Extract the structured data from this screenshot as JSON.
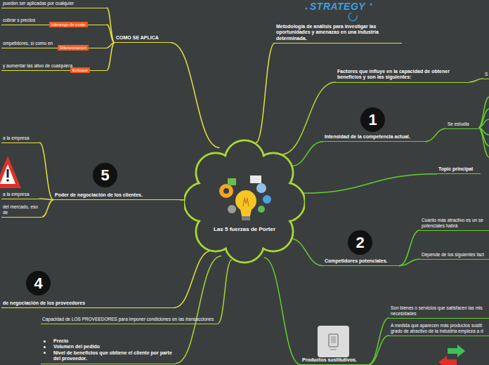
{
  "diagram": {
    "nodes": [
      {
        "text": [
          "Las 5 fuerzas de Porter"
        ]
      },
      {
        "text": [
          "COMO SE APLICA"
        ]
      },
      {
        "text": [
          "pueden ser aplicadas por cualquier"
        ]
      },
      {
        "text": [
          "cobrar s precios"
        ]
      },
      {
        "text": [
          "ompetidores, sí como en"
        ]
      },
      {
        "text": [
          "y aumentar las ativo de cualquiera"
        ]
      },
      {
        "text": [
          "Metodología de análisis para investigar las oportunidades y amenazas en una industria determinada."
        ]
      },
      {
        "text": [
          "Factores que influye en la capacidad de obtener beneficios y son las siguientes:"
        ]
      },
      {
        "text": [
          "S"
        ]
      },
      {
        "text": [
          "Intensidad de la competencia actual."
        ]
      },
      {
        "text": [
          "Se estudia"
        ]
      },
      {
        "text": [
          "Topic principal"
        ]
      },
      {
        "text": [
          "Competidores potenciales."
        ]
      },
      {
        "text": [
          "Cuanto más atractivo es un se potenciales habrá"
        ]
      },
      {
        "text": [
          "Depende de los siguientes fact"
        ]
      },
      {
        "text": [
          "Poder de negociación de los clientes."
        ]
      },
      {
        "text": [
          "a la empresa"
        ]
      },
      {
        "text": [
          "a la empresa"
        ]
      },
      {
        "text": [
          "del mercado, eso de"
        ]
      },
      {
        "text": [
          "de negociación de los proveedores"
        ]
      },
      {
        "text": [
          "Capacidad de LOS PROVEEDORES para imponer condiciones en las transacciones"
        ]
      },
      {
        "text": [
          "Precio",
          "Volumen del pedido",
          "Nivel de beneficios que obtiene el cliente por parte del proveedor."
        ]
      },
      {
        "text": [
          "Productos sustitutivos."
        ]
      },
      {
        "text": [
          "Son bienes o servicios que satisfacen las mis necesidades"
        ]
      },
      {
        "text": [
          "A medida que aparecen más productos sustit grado de atractivo de la industria empieza a d"
        ]
      }
    ],
    "edges": [
      {
        "from": 0,
        "to": 1,
        "arrow": "none"
      },
      {
        "from": 1,
        "to": 2,
        "arrow": "none"
      },
      {
        "from": 1,
        "to": 3,
        "label": "liderazgo de costo",
        "arrow": "none"
      },
      {
        "from": 1,
        "to": 4,
        "label": "Diferenciación",
        "arrow": "none"
      },
      {
        "from": 1,
        "to": 5,
        "label": "Enfoque",
        "arrow": "none"
      },
      {
        "from": 0,
        "to": 6,
        "arrow": "none"
      },
      {
        "from": 0,
        "to": 7,
        "arrow": "none"
      },
      {
        "from": 7,
        "to": 8,
        "arrow": "none"
      },
      {
        "from": 0,
        "to": 9,
        "arrow": "none"
      },
      {
        "from": 9,
        "to": 10,
        "arrow": "none"
      },
      {
        "from": 0,
        "to": 11,
        "arrow": "none"
      },
      {
        "from": 0,
        "to": 12,
        "arrow": "none"
      },
      {
        "from": 12,
        "to": 13,
        "arrow": "none"
      },
      {
        "from": 12,
        "to": 14,
        "arrow": "none"
      },
      {
        "from": 0,
        "to": 15,
        "arrow": "none"
      },
      {
        "from": 15,
        "to": 16,
        "arrow": "none"
      },
      {
        "from": 15,
        "to": 17,
        "arrow": "none"
      },
      {
        "from": 15,
        "to": 18,
        "arrow": "none"
      },
      {
        "from": 0,
        "to": 19,
        "arrow": "none"
      },
      {
        "from": 0,
        "to": 20,
        "arrow": "none"
      },
      {
        "from": 0,
        "to": 21,
        "arrow": "none"
      },
      {
        "from": 0,
        "to": 22,
        "arrow": "none"
      },
      {
        "from": 22,
        "to": 23,
        "arrow": "none"
      },
      {
        "from": 22,
        "to": 24,
        "arrow": "none"
      }
    ],
    "labels": [
      "STRATEGY",
      "1",
      "2",
      "5",
      "4"
    ]
  }
}
